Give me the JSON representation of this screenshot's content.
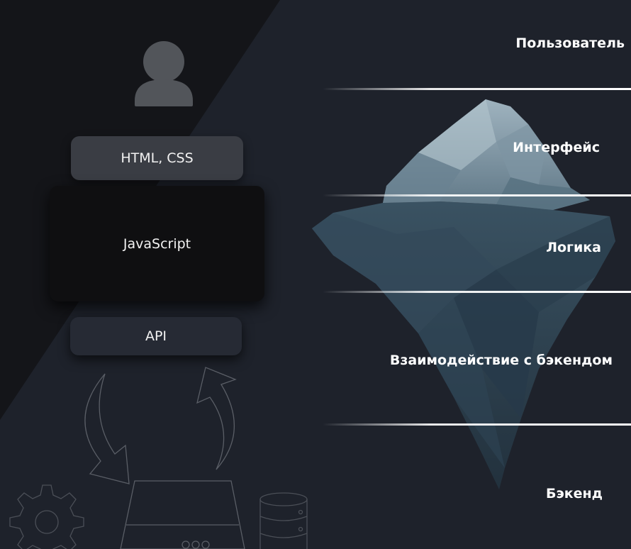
{
  "stack_boxes": {
    "html_css": "HTML, CSS",
    "javascript": "JavaScript",
    "api": "API"
  },
  "layers": {
    "user": "Пользователь",
    "interface": "Интерфейс",
    "logic": "Логика",
    "backend_interaction": "Взаимодействие с бэкендом",
    "backend": "Бэкенд"
  },
  "icons": [
    "user-icon",
    "cycle-arrows-icon",
    "gear-icon",
    "server-icon",
    "database-icon",
    "iceberg-illustration"
  ],
  "colors": {
    "background": "#1e222b",
    "dark_triangle": "#141519",
    "separator": "#ffffff",
    "iceberg_top": "#6c8493",
    "iceberg_bottom": "#2a3d4c"
  }
}
